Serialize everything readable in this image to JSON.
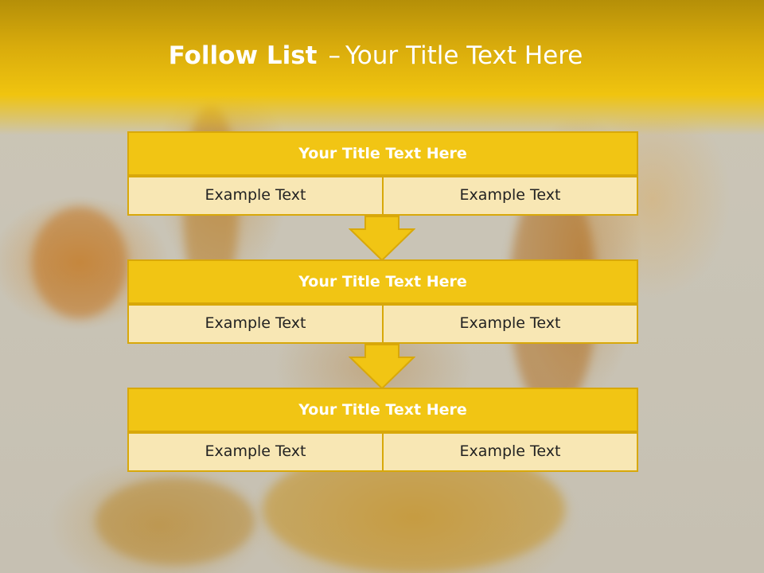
{
  "slide": {
    "title_bold": "Follow List",
    "title_sep": "–",
    "title_rest": "Your Title Text Here",
    "colors": {
      "header": "#f0c40f",
      "box_title": "#f1c514",
      "box_cell": "#f8e7b4",
      "border": "#d8a80a"
    }
  },
  "steps": [
    {
      "title": "Your Title Text Here",
      "left": "Example Text",
      "right": "Example Text"
    },
    {
      "title": "Your Title Text Here",
      "left": "Example Text",
      "right": "Example Text"
    },
    {
      "title": "Your Title Text Here",
      "left": "Example Text",
      "right": "Example Text"
    }
  ],
  "connectors": [
    "down-arrow-icon",
    "down-arrow-icon"
  ]
}
